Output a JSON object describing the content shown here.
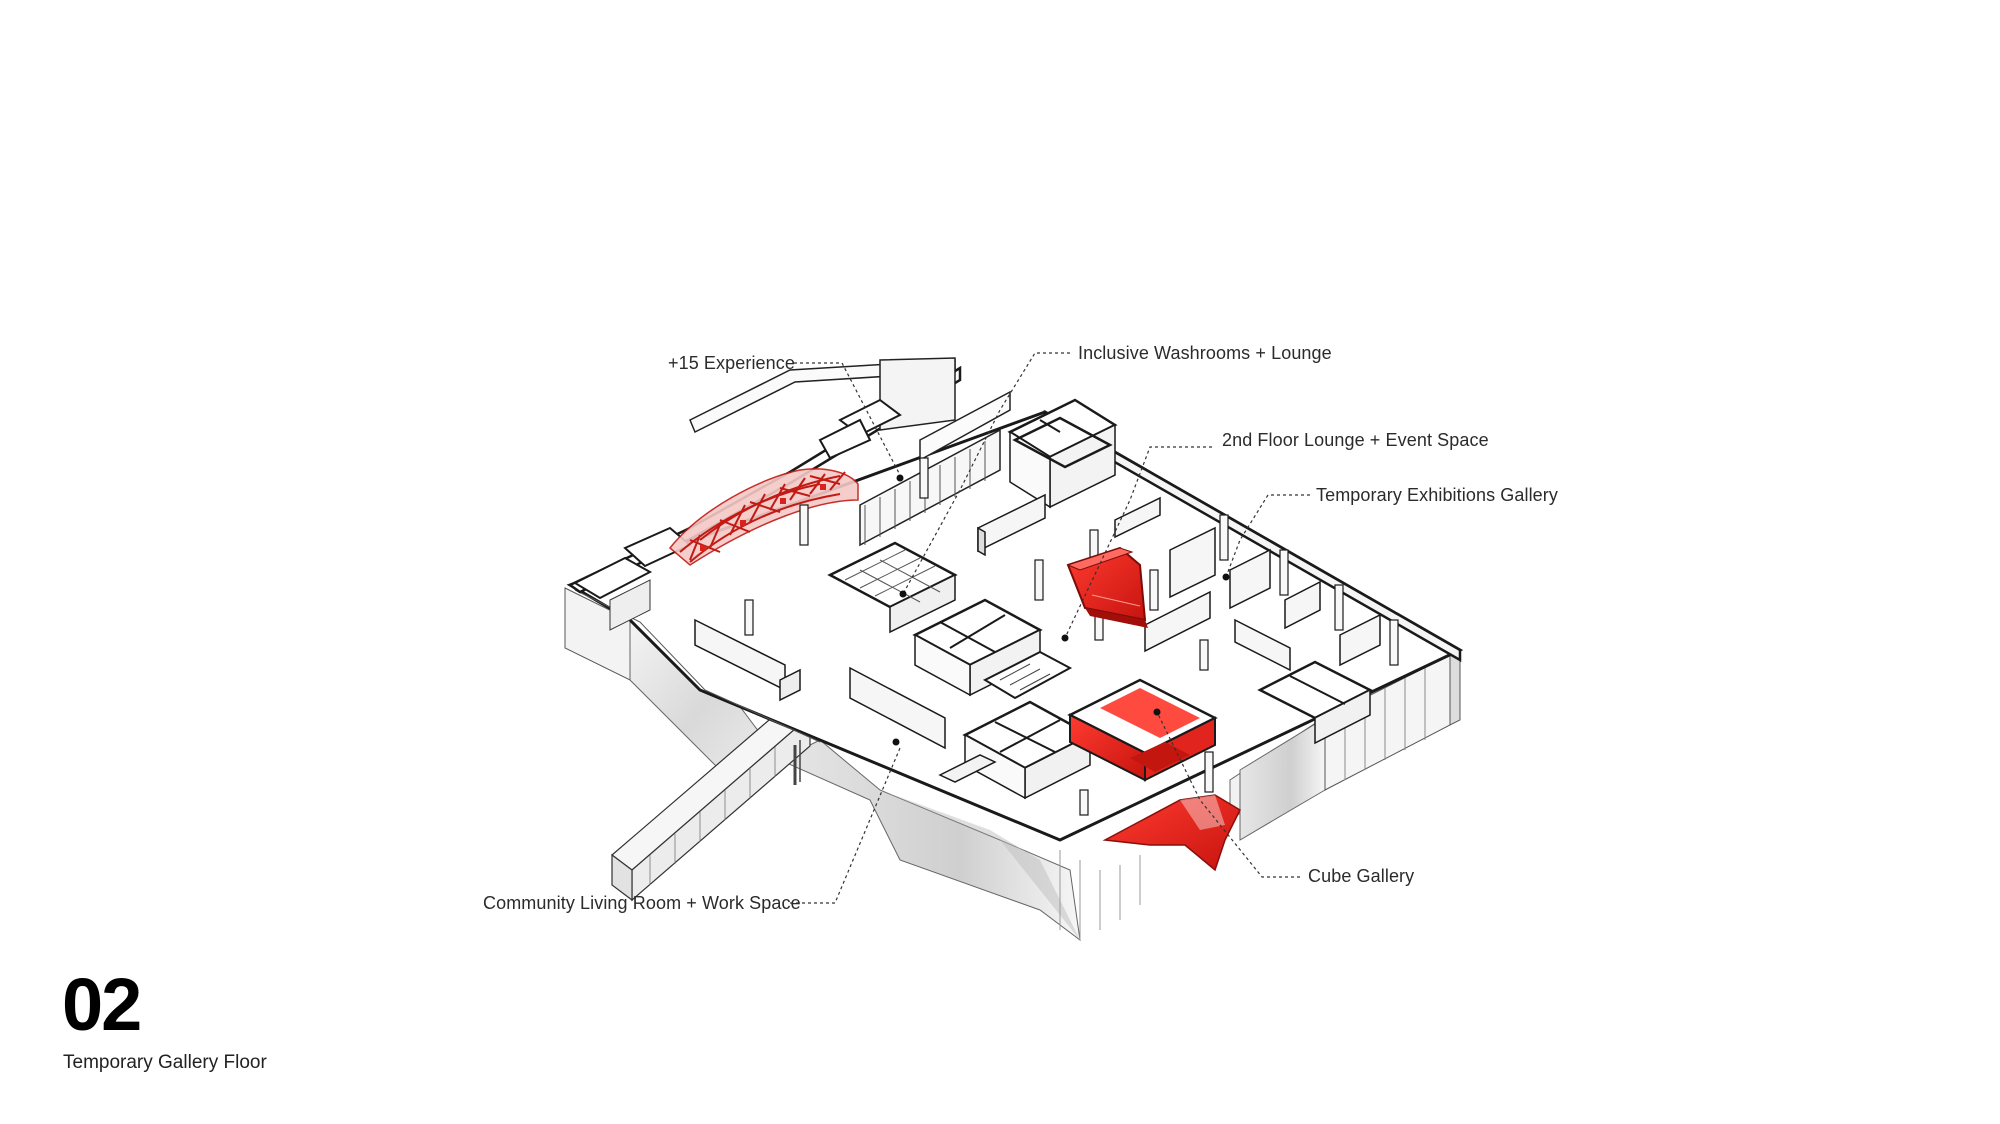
{
  "floor": {
    "number": "02",
    "name": "Temporary Gallery Floor"
  },
  "labels": {
    "plus15": "+15 Experience",
    "washrooms": "Inclusive Washrooms + Lounge",
    "lounge": "2nd Floor Lounge + Event Space",
    "temporary": "Temporary Exhibitions Gallery",
    "cube": "Cube Gallery",
    "community": "Community Living Room + Work Space"
  },
  "colors": {
    "accent": "#e8211b",
    "accent_dark": "#b0140f",
    "line": "#1a1a1a",
    "leader": "#333333"
  }
}
